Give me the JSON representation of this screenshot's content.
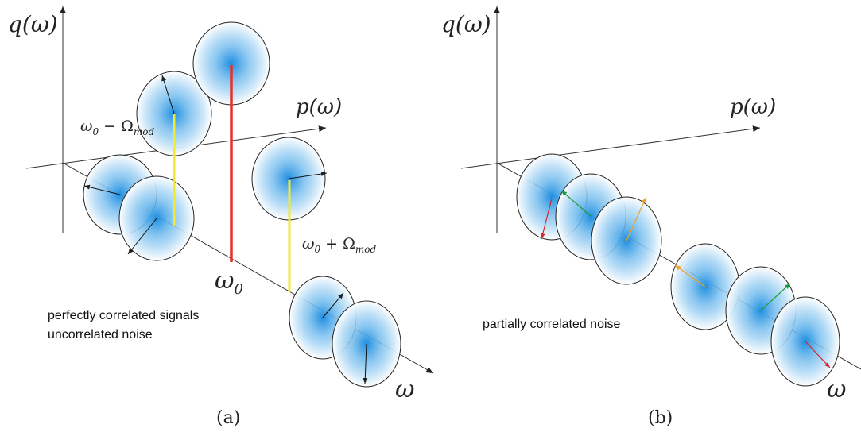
{
  "panel_a": {
    "axis_q": "q(ω)",
    "axis_p": "p(ω)",
    "axis_omega": "ω",
    "label_carrier": "ω",
    "label_carrier_sub": "0",
    "label_lower_main": "ω",
    "label_lower_sub": "0",
    "label_lower_op": " − Ω",
    "label_lower_sub2": "mod",
    "label_upper_main": "ω",
    "label_upper_sub": "0",
    "label_upper_op": " + Ω",
    "label_upper_sub2": "mod",
    "note_line1": "perfectly correlated signals",
    "note_line2": "uncorrelated noise",
    "caption": "(a)"
  },
  "panel_b": {
    "axis_q": "q(ω)",
    "axis_p": "p(ω)",
    "axis_omega": "ω",
    "note": "partially correlated noise",
    "caption": "(b)"
  },
  "colors": {
    "carrier_line": "#e8302a",
    "sideband_line": "#f2ea2c",
    "disk_center": "#1f8fe0",
    "arrow_red": "#d9262a",
    "arrow_green": "#1e9a3a",
    "arrow_orange": "#f0a21e"
  }
}
